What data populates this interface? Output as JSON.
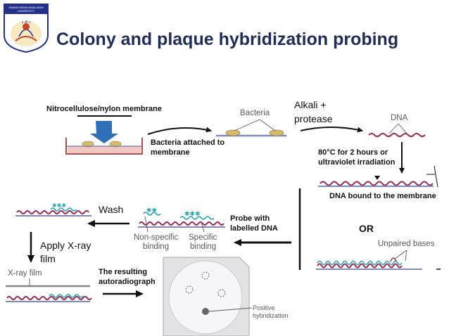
{
  "slide": {
    "title": "Colony and plaque hybridization probing",
    "logo_text": "SWAMI RAMA HIMALAYAN UNIVERSITY"
  },
  "labels": {
    "membrane": "Nitrocellulose/nylon membrane",
    "bacteria_top": "Bacteria",
    "bacteria_attached_1": "Bacteria attached to",
    "bacteria_attached_2": "membrane",
    "alkali_1": "Alkali +",
    "alkali_2": "protease",
    "dna_top": "DNA",
    "heat_1": "80°C for 2 hours or",
    "heat_2": "ultraviolet irradiation",
    "dna_bound": "DNA bound to the membrane",
    "or": "OR",
    "unpaired": "Unpaired bases",
    "probe_1": "Probe with",
    "probe_2": "labelled DNA",
    "nonspecific_1": "Non-specific",
    "nonspecific_2": "binding",
    "specific_1": "Specific",
    "specific_2": "binding",
    "wash": "Wash",
    "xray_apply_1": "Apply X-ray",
    "xray_apply_2": "film",
    "xray_film": "X-ray film",
    "result_1": "The resulting",
    "result_2": "autoradiograph",
    "positive_1": "Positive",
    "positive_2": "hybridization"
  },
  "colors": {
    "title": "#1f2d57",
    "dna": "#9b2a5a",
    "probe": "#2aa6b0",
    "membrane": "#7f8ab8",
    "bacteria": "#d9b96a",
    "dish_fill": "#f3c6c0",
    "blue_arrow": "#2f6fb8"
  }
}
